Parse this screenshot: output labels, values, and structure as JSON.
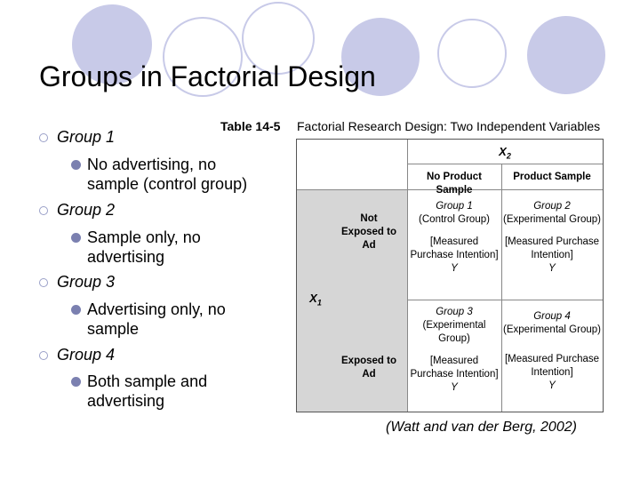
{
  "slide": {
    "title": "Groups in Factorial Design",
    "accent_color": "#c8cae8",
    "bullet_color": "#7b80b0"
  },
  "bullets": [
    {
      "heading": "Group 1",
      "detail": [
        "No advertising, no",
        "sample (control group)"
      ]
    },
    {
      "heading": "Group 2",
      "detail": [
        "Sample only, no",
        "advertising"
      ]
    },
    {
      "heading": "Group 3",
      "detail": [
        "Advertising only, no",
        "sample"
      ]
    },
    {
      "heading": "Group 4",
      "detail": [
        "Both sample and",
        "advertising"
      ]
    }
  ],
  "table": {
    "caption": "Table 14-5",
    "title": "Factorial Research Design: Two Independent Variables",
    "x2_label": "X",
    "x2_sub": "2",
    "x1_label": "X",
    "x1_sub": "1",
    "col_headers": [
      "No Product Sample",
      "Product Sample"
    ],
    "row_headers": [
      [
        "Not",
        "Exposed to",
        "Ad"
      ],
      [
        "Exposed to",
        "Ad"
      ]
    ],
    "cells": [
      [
        {
          "group": "Group 1",
          "type": "(Control Group)",
          "measure": [
            "[Measured",
            "Purchase Intention]"
          ],
          "var": "Y"
        },
        {
          "group": "Group 2",
          "type": "(Experimental Group)",
          "measure": [
            "[Measured Purchase",
            "Intention]"
          ],
          "var": "Y"
        }
      ],
      [
        {
          "group": "Group 3",
          "type": "(Experimental",
          "type2": "Group)",
          "measure": [
            "[Measured",
            "Purchase Intention]"
          ],
          "var": "Y"
        },
        {
          "group": "Group 4",
          "type": "(Experimental Group)",
          "measure": [
            "[Measured Purchase",
            "Intention]"
          ],
          "var": "Y"
        }
      ]
    ]
  },
  "citation": "(Watt and van der Berg, 2002)"
}
